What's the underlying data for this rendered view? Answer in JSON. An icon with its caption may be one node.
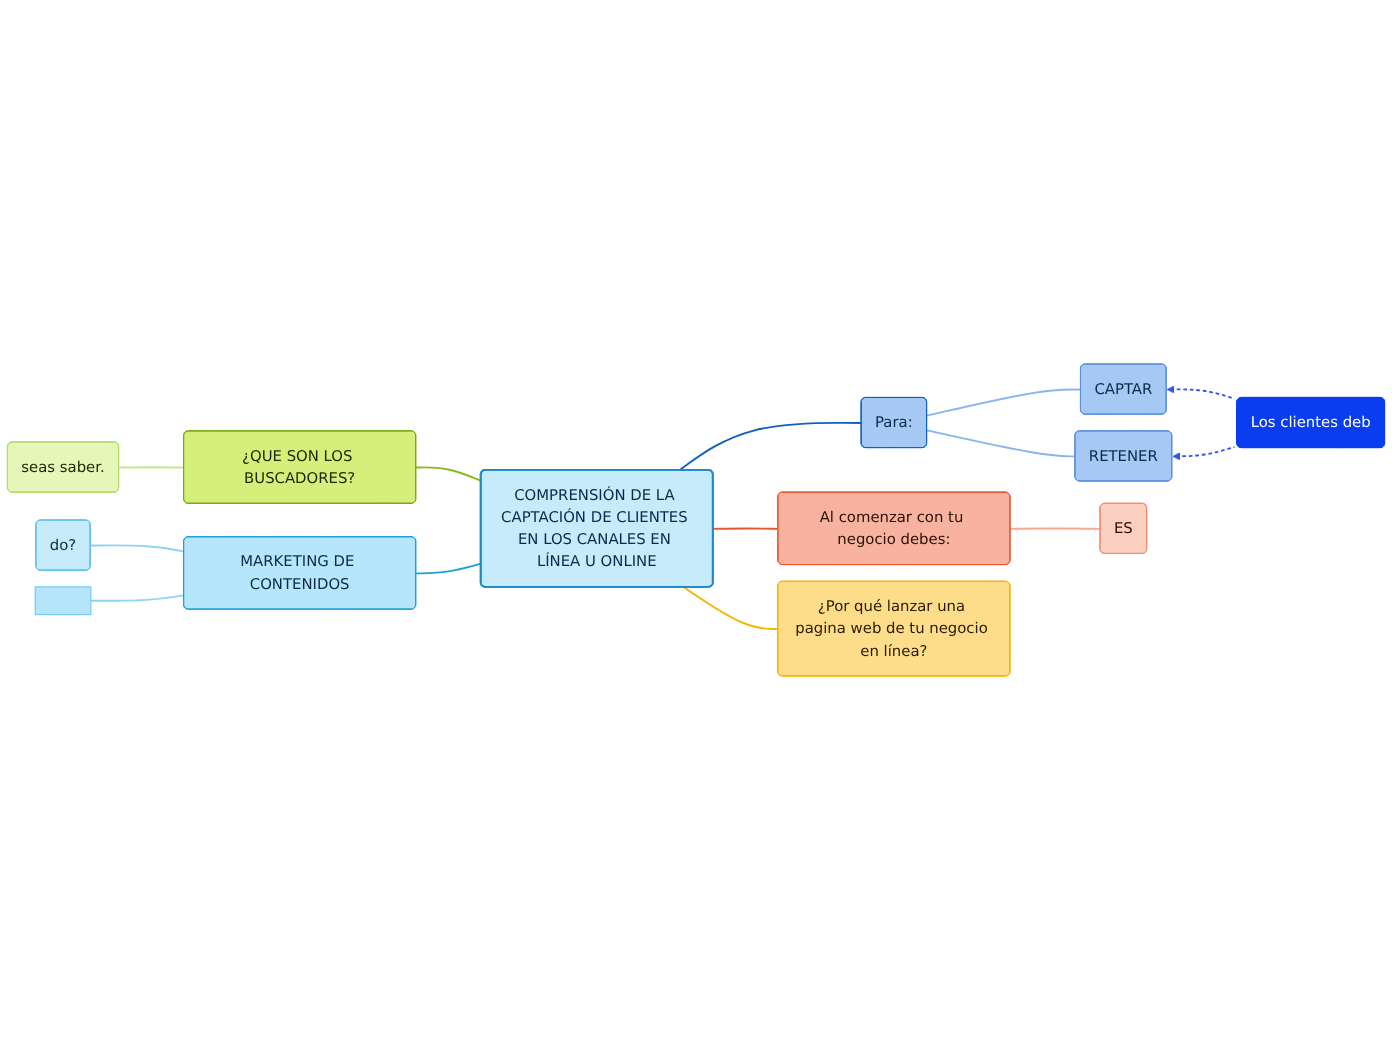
{
  "diagram": {
    "nodes": [
      {
        "text": [
          "COMPRENSIÓN DE LA CAPTACIÓN DE CLIENTES EN LOS CANALES EN LÍNEA U ONLINE"
        ]
      },
      {
        "text": [
          "¿QUE SON LOS BUSCADORES?"
        ]
      },
      {
        "text": [
          "seas saber."
        ]
      },
      {
        "text": [
          "Para:"
        ]
      },
      {
        "text": [
          "CAPTAR"
        ]
      },
      {
        "text": [
          "RETENER"
        ]
      },
      {
        "text": [
          "Los clientes deb"
        ]
      },
      {
        "text": [
          "MARKETING DE CONTENIDOS"
        ]
      },
      {
        "text": [
          "do?"
        ]
      },
      {
        "text": [],
        "shape": "box"
      },
      {
        "text": [
          "Al comenzar con tu negocio debes:"
        ]
      },
      {
        "text": [
          "ES"
        ]
      },
      {
        "text": [
          "¿Por qué lanzar una pagina web de tu negocio en línea?"
        ]
      }
    ],
    "edges": [
      {
        "from": 0,
        "to": 1,
        "arrow": "none",
        "color": "#8db81e"
      },
      {
        "from": 1,
        "to": 2,
        "arrow": "none",
        "color": "#c8e68c"
      },
      {
        "from": 0,
        "to": 3,
        "arrow": "none",
        "color": "#1060c0"
      },
      {
        "from": 3,
        "to": 4,
        "arrow": "none",
        "color": "#8ab4ee"
      },
      {
        "from": 3,
        "to": 5,
        "arrow": "none",
        "color": "#8ab4ee"
      },
      {
        "from": 6,
        "to": 4,
        "arrow": "to",
        "style": "dashed",
        "color": "#3355ee"
      },
      {
        "from": 6,
        "to": 5,
        "arrow": "to",
        "style": "dashed",
        "color": "#3355ee"
      },
      {
        "from": 0,
        "to": 7,
        "arrow": "none",
        "color": "#1e9fd8"
      },
      {
        "from": 7,
        "to": 8,
        "arrow": "none",
        "color": "#90d4f0"
      },
      {
        "from": 7,
        "to": 9,
        "arrow": "none",
        "color": "#90d4f0"
      },
      {
        "from": 0,
        "to": 10,
        "arrow": "none",
        "color": "#e8552e"
      },
      {
        "from": 10,
        "to": 11,
        "arrow": "none",
        "color": "#f5a890"
      },
      {
        "from": 0,
        "to": 12,
        "arrow": "none",
        "color": "#f5b400"
      }
    ]
  }
}
